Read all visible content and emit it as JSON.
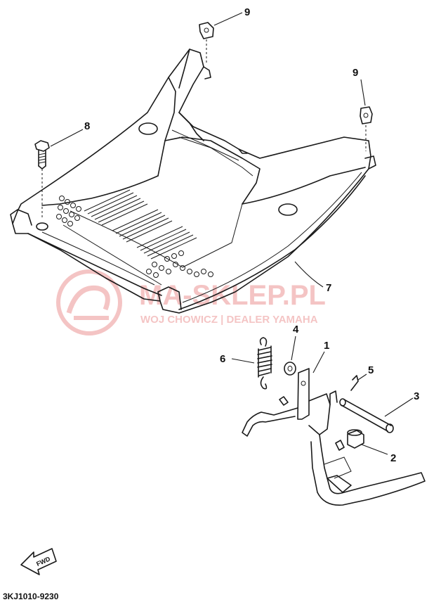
{
  "diagram": {
    "callouts": [
      {
        "id": "1",
        "label": "1"
      },
      {
        "id": "2",
        "label": "2"
      },
      {
        "id": "3",
        "label": "3"
      },
      {
        "id": "4",
        "label": "4"
      },
      {
        "id": "5",
        "label": "5"
      },
      {
        "id": "6",
        "label": "6"
      },
      {
        "id": "7",
        "label": "7"
      },
      {
        "id": "8",
        "label": "8"
      },
      {
        "id": "9a",
        "label": "9"
      },
      {
        "id": "9b",
        "label": "9"
      }
    ],
    "fwd_label": "FWD",
    "diagram_code": "3KJ1010-9230"
  },
  "watermark": {
    "title": "MA-SKLEP.PL",
    "subtitle": "WOJ CHOWICZ | DEALER YAMAHA",
    "color": "#e05a5a"
  }
}
